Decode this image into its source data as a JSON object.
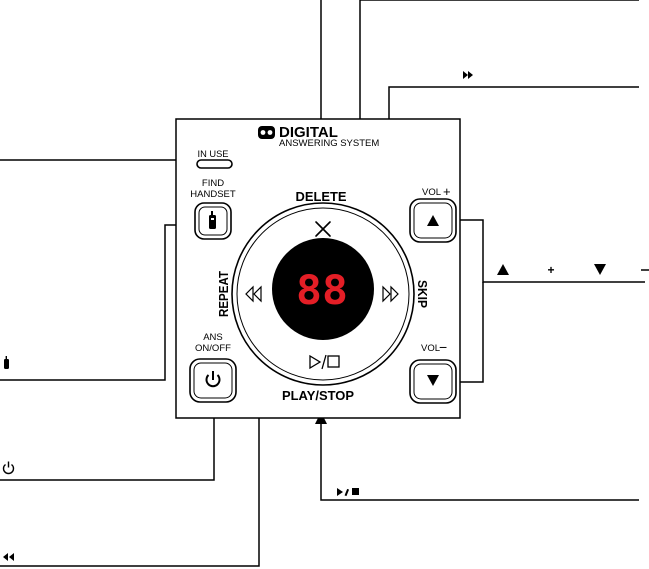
{
  "header": {
    "brand": "DIGITAL",
    "subtitle": "ANSWERING SYSTEM"
  },
  "indicators": {
    "in_use": "IN USE"
  },
  "buttons": {
    "find_handset_line1": "FIND",
    "find_handset_line2": "HANDSET",
    "ans_line1": "ANS",
    "ans_line2": "ON/OFF",
    "vol_up": "VOL",
    "vol_up_sign": "+",
    "vol_down": "VOL",
    "vol_down_sign": "−"
  },
  "wheel": {
    "delete": "DELETE",
    "repeat": "REPEAT",
    "skip": "SKIP",
    "play_stop": "PLAY/STOP",
    "display": "88"
  },
  "callouts": {
    "volume_plus": "+"
  },
  "colors": {
    "display_red": "#e41e26",
    "ink": "#000000",
    "panel_bg": "#ffffff"
  },
  "icons": {
    "handset": "handset-icon",
    "power": "power-icon",
    "delete": "x-icon",
    "rewind": "rewind-icon",
    "fast_forward": "fast-forward-icon",
    "play_stop": "play-stop-icon",
    "vol_up": "triangle-up-icon",
    "vol_down": "triangle-down-icon",
    "tape": "tape-icon"
  }
}
